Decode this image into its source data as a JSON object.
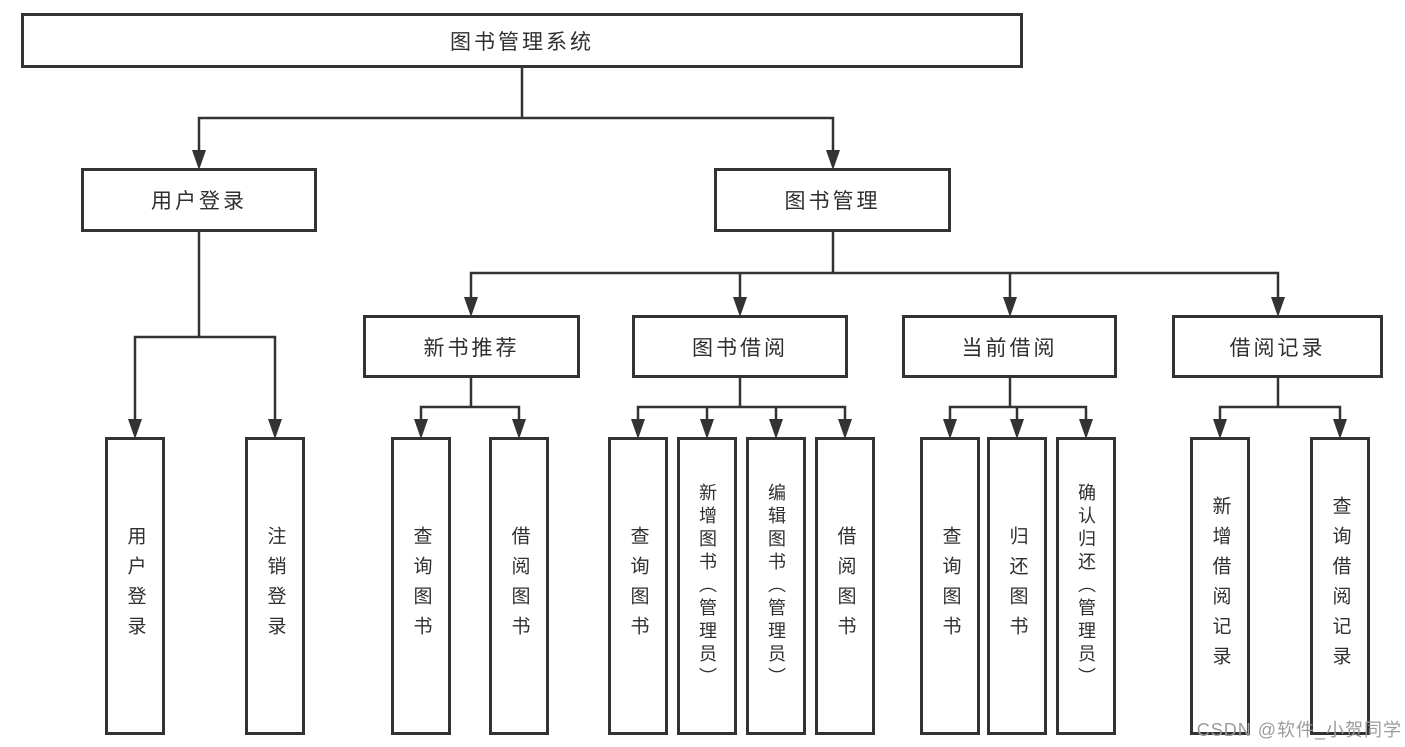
{
  "diagram_title": "图书管理系统",
  "tree": {
    "root": {
      "label": "图书管理系统"
    },
    "branches": [
      {
        "label": "用户登录",
        "children": [
          {
            "label": "用户登录"
          },
          {
            "label": "注销登录"
          }
        ]
      },
      {
        "label": "图书管理",
        "children": [
          {
            "label": "新书推荐",
            "children": [
              {
                "label": "查询图书"
              },
              {
                "label": "借阅图书"
              }
            ]
          },
          {
            "label": "图书借阅",
            "children": [
              {
                "label": "查询图书"
              },
              {
                "label": "新增图书（管理员）"
              },
              {
                "label": "编辑图书（管理员）"
              },
              {
                "label": "借阅图书"
              }
            ]
          },
          {
            "label": "当前借阅",
            "children": [
              {
                "label": "查询图书"
              },
              {
                "label": "归还图书"
              },
              {
                "label": "确认归还（管理员）"
              }
            ]
          },
          {
            "label": "借阅记录",
            "children": [
              {
                "label": "新增借阅记录"
              },
              {
                "label": "查询借阅记录"
              }
            ]
          }
        ]
      }
    ]
  },
  "watermark": {
    "text": "CSDN @软件_小贺同学"
  },
  "colors": {
    "line": "#333333",
    "box_border": "#333333",
    "text": "#2f2f2f",
    "watermark": "#9c9c9c",
    "background": "#ffffff"
  }
}
